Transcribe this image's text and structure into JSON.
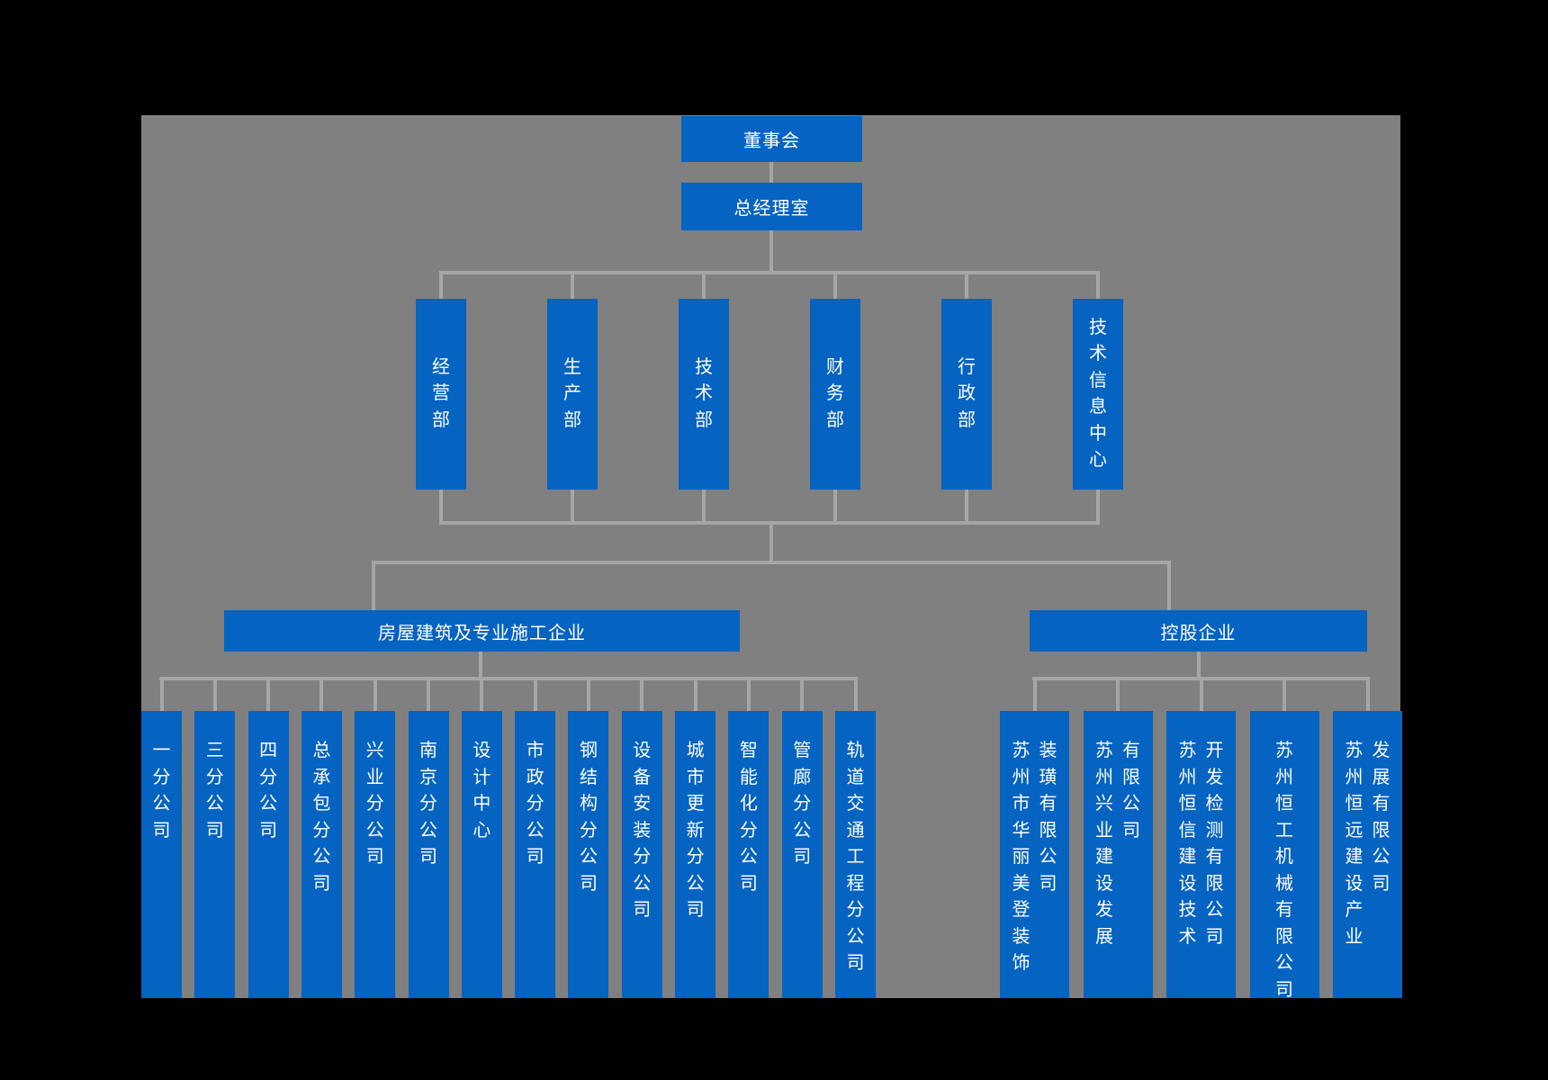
{
  "colors": {
    "background": "#000000",
    "slide": "#808080",
    "line": "#a6a6a6",
    "box": "#0563c1",
    "box_text": "#ffffff"
  },
  "chart": {
    "root": "董事会",
    "general_manager": "总经理室",
    "departments": [
      "经营部",
      "生产部",
      "技术部",
      "财务部",
      "行政部",
      "技术信息中心"
    ],
    "groups": [
      {
        "label": "房屋建筑及专业施工企业",
        "children": [
          [
            "一分公司"
          ],
          [
            "三分公司"
          ],
          [
            "四分公司"
          ],
          [
            "总承包分公司"
          ],
          [
            "兴业分公司"
          ],
          [
            "南京分公司"
          ],
          [
            "设计中心"
          ],
          [
            "市政分公司"
          ],
          [
            "钢结构分公司"
          ],
          [
            "设备安装分公司"
          ],
          [
            "城市更新分公司"
          ],
          [
            "智能化分公司"
          ],
          [
            "管廊分公司"
          ],
          [
            "轨道交通工程分公司"
          ]
        ]
      },
      {
        "label": "控股企业",
        "children": [
          [
            "苏州市华丽美登装饰",
            "装璜有限公司"
          ],
          [
            "苏州兴业建设发展",
            "有限公司"
          ],
          [
            "苏州恒信建设技术",
            "开发检测有限公司"
          ],
          [
            "苏州恒工机械有限公司"
          ],
          [
            "苏州恒远建设产业",
            "发展有限公司"
          ]
        ]
      }
    ]
  }
}
